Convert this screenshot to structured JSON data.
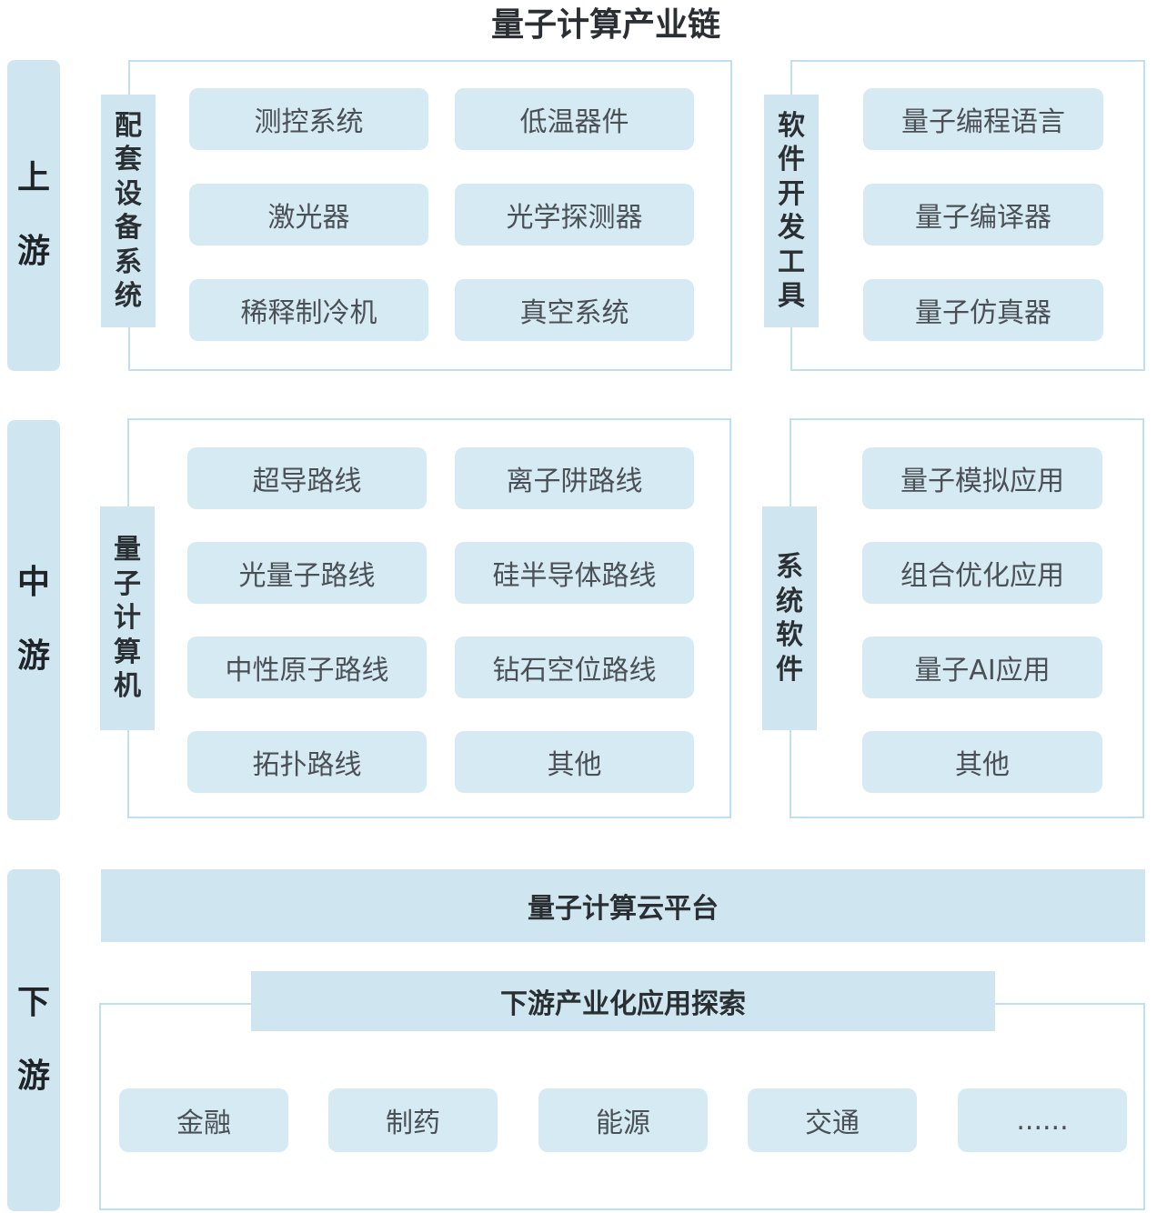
{
  "title": "量子计算产业链",
  "stages": {
    "upstream": [
      "上",
      "游"
    ],
    "midstream": [
      "中",
      "游"
    ],
    "downstream": [
      "下",
      "游"
    ]
  },
  "upstream": {
    "equipment": {
      "label": [
        "配",
        "套",
        "设",
        "备",
        "系",
        "统"
      ],
      "items": [
        "测控系统",
        "低温器件",
        "激光器",
        "光学探测器",
        "稀释制冷机",
        "真空系统"
      ]
    },
    "software_tools": {
      "label": [
        "软",
        "件",
        "开",
        "发",
        "工",
        "具"
      ],
      "items": [
        "量子编程语言",
        "量子编译器",
        "量子仿真器"
      ]
    }
  },
  "midstream": {
    "computer": {
      "label": [
        "量",
        "子",
        "计",
        "算",
        "机"
      ],
      "items": [
        "超导路线",
        "离子阱路线",
        "光量子路线",
        "硅半导体路线",
        "中性原子路线",
        "钻石空位路线",
        "拓扑路线",
        "其他"
      ]
    },
    "system_software": {
      "label": [
        "系",
        "统",
        "软",
        "件"
      ],
      "items": [
        "量子模拟应用",
        "组合优化应用",
        "量子AI应用",
        "其他"
      ]
    }
  },
  "downstream": {
    "cloud": "量子计算云平台",
    "exploration": "下游产业化应用探索",
    "items": [
      "金融",
      "制药",
      "能源",
      "交通",
      "......"
    ]
  }
}
